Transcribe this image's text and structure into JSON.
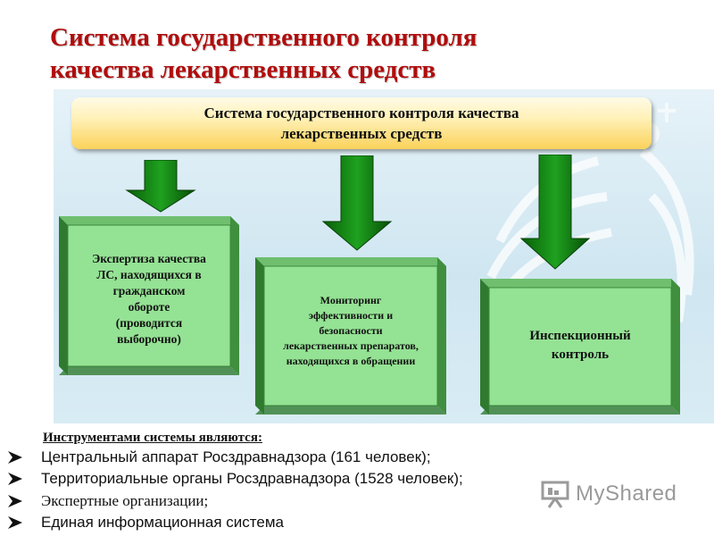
{
  "slide": {
    "title_line1": "Система государственного контроля",
    "title_line2": "качества лекарственных средств"
  },
  "header_bar": {
    "line1": "Система государственного контроля качества",
    "line2": "лекарственных средств"
  },
  "boxes": [
    {
      "lines": [
        "Экспертиза качества",
        "ЛС, находящихся в",
        "гражданском",
        "обороте",
        "(проводится",
        "выборочно)"
      ]
    },
    {
      "lines": [
        "Мониторинг",
        "эффективности и",
        "безопасности",
        "лекарственных препаратов,",
        "находящихся в обращении"
      ]
    },
    {
      "lines": [
        "Инспекционный",
        "контроль"
      ]
    }
  ],
  "tools": {
    "heading": "Инструментами системы являются:",
    "items": [
      "Центральный аппарат Росздравнадзора (161 человек);",
      "Территориальные органы Росздравнадзора (1528 человек);",
      "Экспертные организации;",
      "Единая информационная система"
    ]
  },
  "watermark": {
    "label": "MyShared"
  },
  "colors": {
    "title": "#b00d0d",
    "box_face": "#94e294",
    "box_edge": "#3b8a3b",
    "arrow": "#0f7a0f",
    "header_bar": "#fbd25a"
  }
}
